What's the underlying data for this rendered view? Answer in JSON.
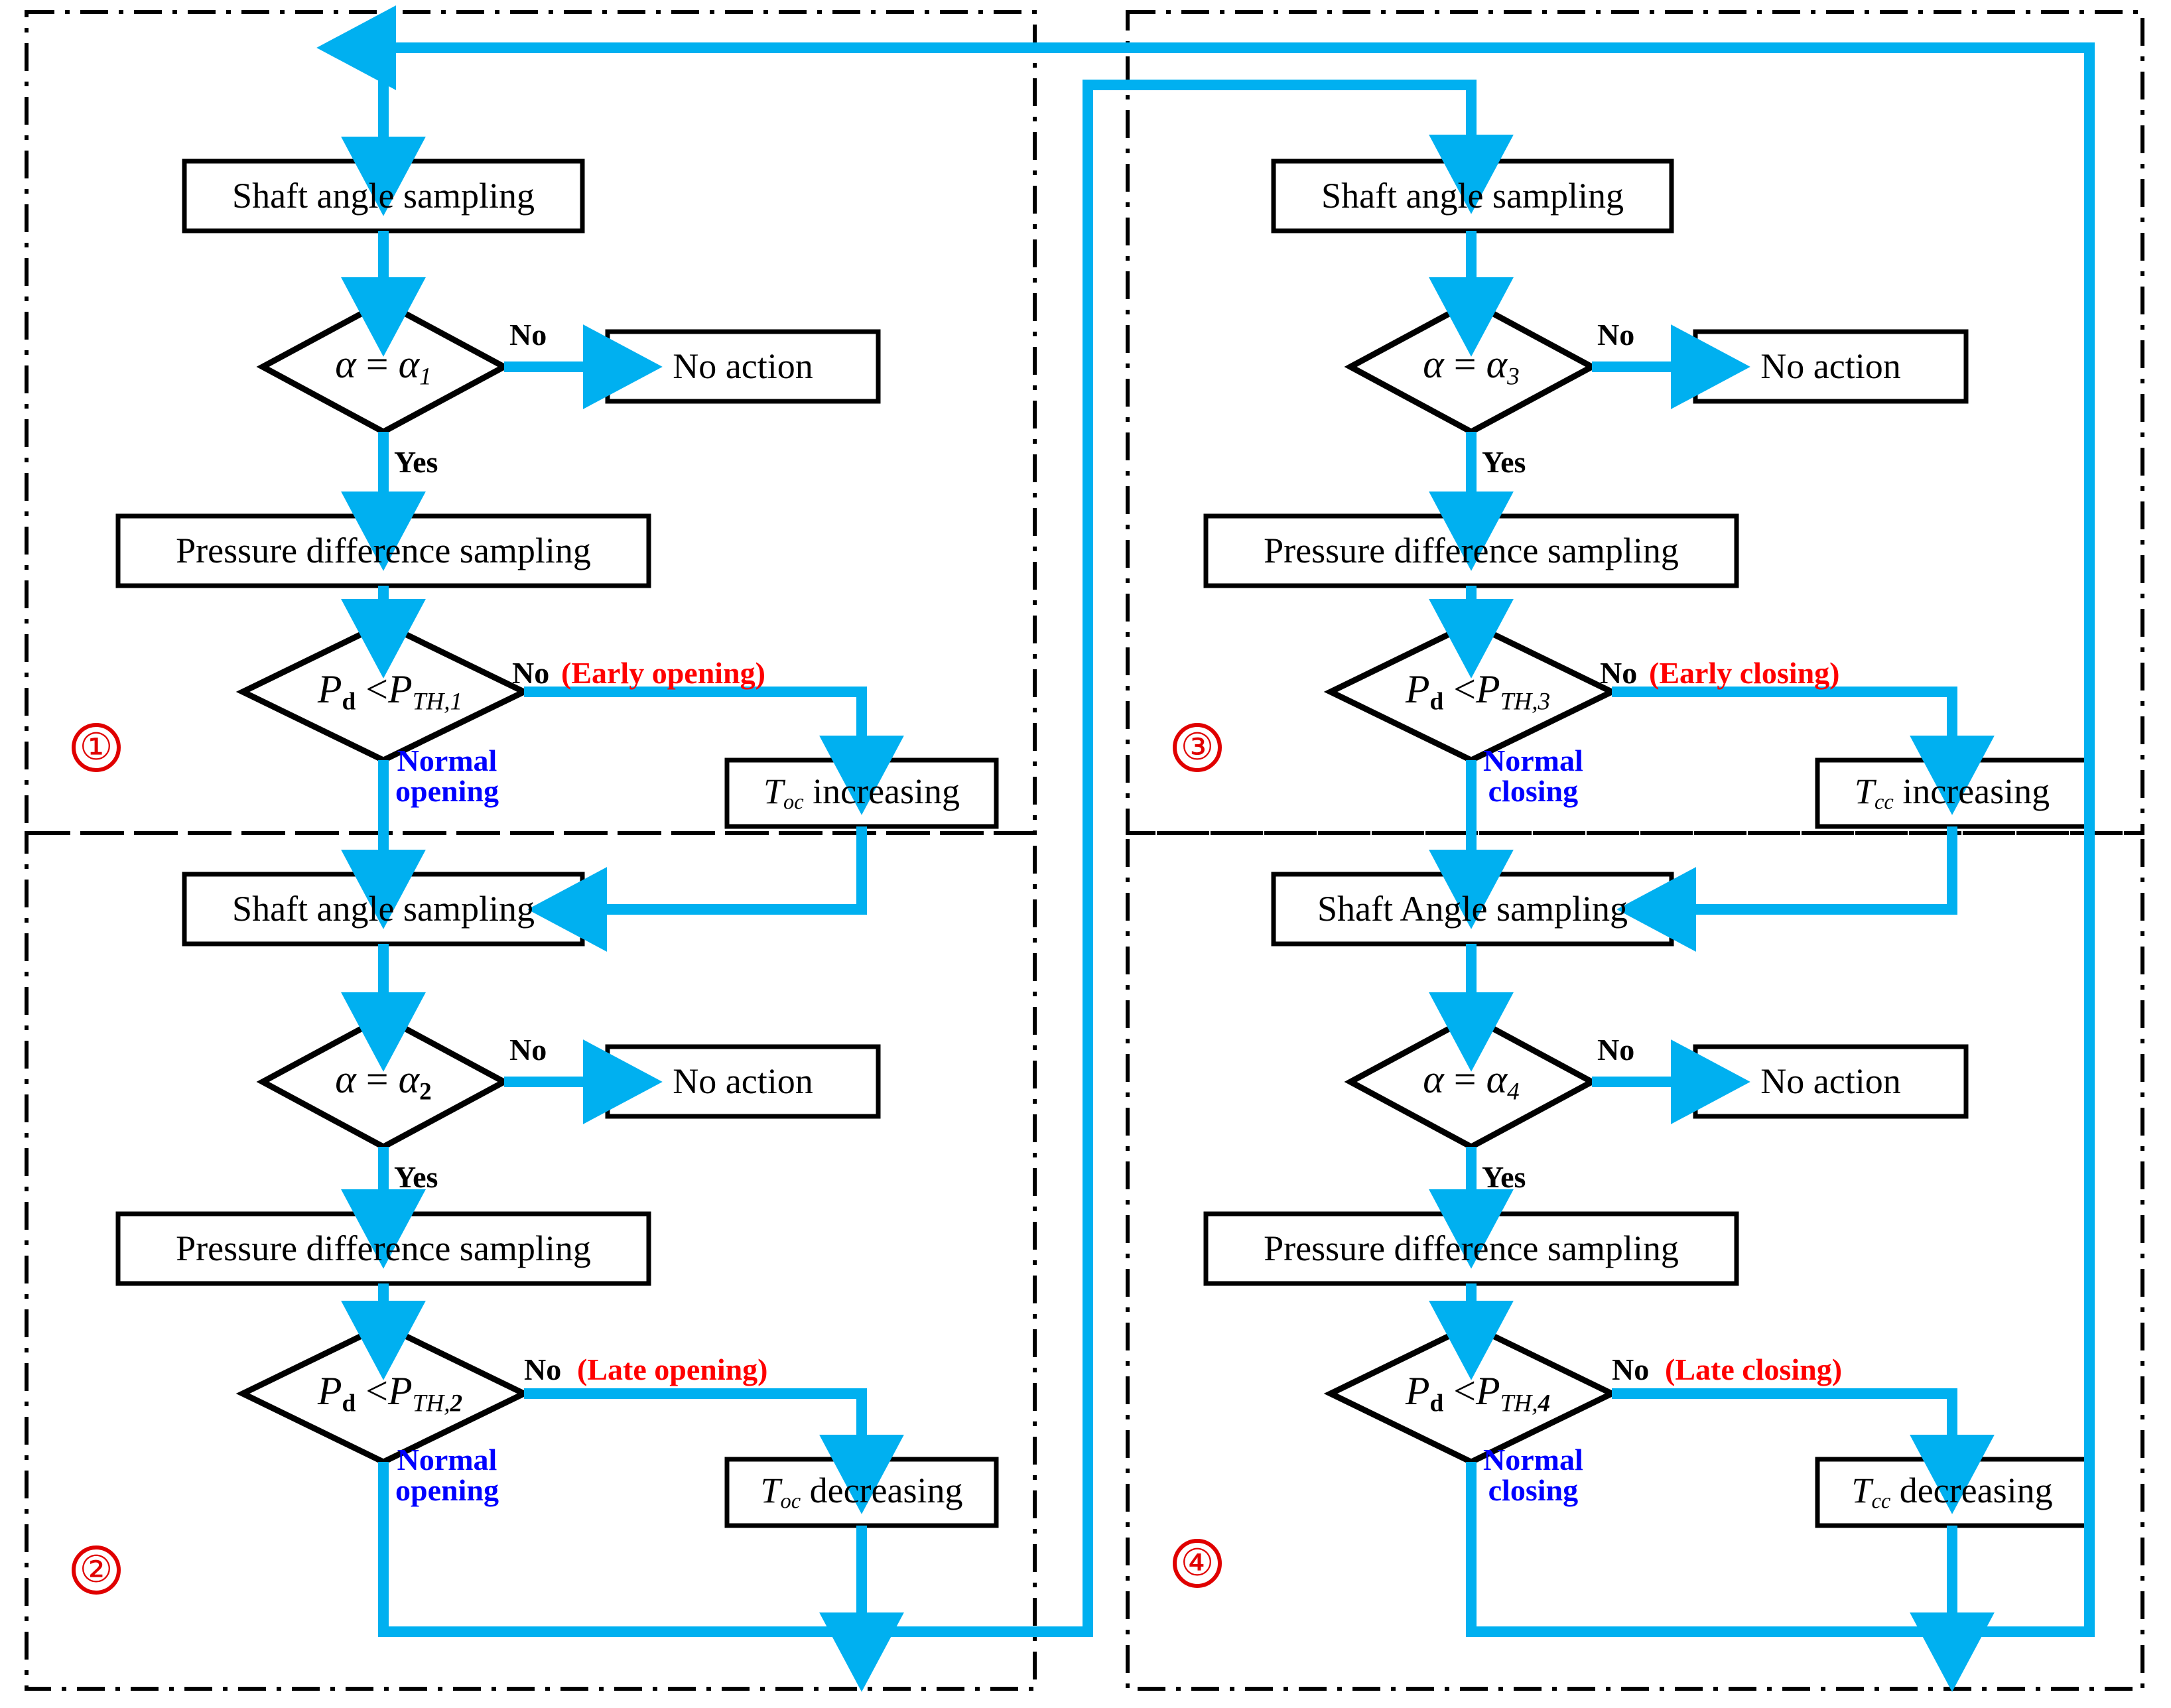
{
  "diagram": {
    "title": "Adaptive valve opening/closing timing control flowchart",
    "colors": {
      "flow_arrow": "#00b0f0",
      "node_stroke": "#000000",
      "panel_border": "#000000",
      "annotation_red": "#ff0000",
      "annotation_blue": "#0000ff",
      "index_red": "#e00000",
      "background": "#ffffff"
    },
    "quadrants": [
      {
        "index": "①",
        "name": "early-opening-branch"
      },
      {
        "index": "②",
        "name": "late-opening-branch"
      },
      {
        "index": "③",
        "name": "early-closing-branch"
      },
      {
        "index": "④",
        "name": "late-closing-branch"
      }
    ],
    "q1": {
      "sampling": "Shaft angle sampling",
      "angle_check": {
        "lhs": "α",
        "op": "=",
        "rhs": "α",
        "sub": "1"
      },
      "no_action": "No action",
      "no_label": "No",
      "yes_label": "Yes",
      "pressure_sampling": "Pressure difference sampling",
      "pressure_check": {
        "lhs": "P",
        "lhs_sub": "d",
        "op": "<",
        "rhs": "P",
        "rhs_sub": "TH,1"
      },
      "no_branch_label": "No",
      "no_branch_note": "(Early opening)",
      "yes_branch_note": "Normal\nopening",
      "yes_branch_line1": "Normal",
      "yes_branch_line2": "opening",
      "action": {
        "sym": "T",
        "sub": "oc",
        "text": "increasing"
      }
    },
    "q2": {
      "sampling": "Shaft angle sampling",
      "angle_check": {
        "lhs": "α",
        "op": "=",
        "rhs": "α",
        "sub": "2"
      },
      "no_action": "No action",
      "no_label": "No",
      "yes_label": "Yes",
      "pressure_sampling": "Pressure difference sampling",
      "pressure_check": {
        "lhs": "P",
        "lhs_sub": "d",
        "op": "<",
        "rhs": "P",
        "rhs_sub": "TH,2"
      },
      "no_branch_label": "No",
      "no_branch_note": "(Late opening)",
      "yes_branch_line1": "Normal",
      "yes_branch_line2": "opening",
      "action": {
        "sym": "T",
        "sub": "oc",
        "text": "decreasing"
      }
    },
    "q3": {
      "sampling": "Shaft angle sampling",
      "angle_check": {
        "lhs": "α",
        "op": "=",
        "rhs": "α",
        "sub": "3"
      },
      "no_action": "No action",
      "no_label": "No",
      "yes_label": "Yes",
      "pressure_sampling": "Pressure difference sampling",
      "pressure_check": {
        "lhs": "P",
        "lhs_sub": "d",
        "op": "<",
        "rhs": "P",
        "rhs_sub": "TH,3"
      },
      "no_branch_label": "No",
      "no_branch_note": "(Early closing)",
      "yes_branch_line1": "Normal",
      "yes_branch_line2": "closing",
      "action": {
        "sym": "T",
        "sub": "cc",
        "text": "increasing"
      }
    },
    "q4": {
      "sampling": "Shaft Angle sampling",
      "angle_check": {
        "lhs": "α",
        "op": "=",
        "rhs": "α",
        "sub": "4"
      },
      "no_action": "No action",
      "no_label": "No",
      "yes_label": "Yes",
      "pressure_sampling": "Pressure difference sampling",
      "pressure_check": {
        "lhs": "P",
        "lhs_sub": "d",
        "op": "<",
        "rhs": "P",
        "rhs_sub": "TH,4"
      },
      "no_branch_label": "No",
      "no_branch_note": "(Late closing)",
      "yes_branch_line1": "Normal",
      "yes_branch_line2": "closing",
      "action": {
        "sym": "T",
        "sub": "cc",
        "text": "decreasing"
      }
    }
  }
}
